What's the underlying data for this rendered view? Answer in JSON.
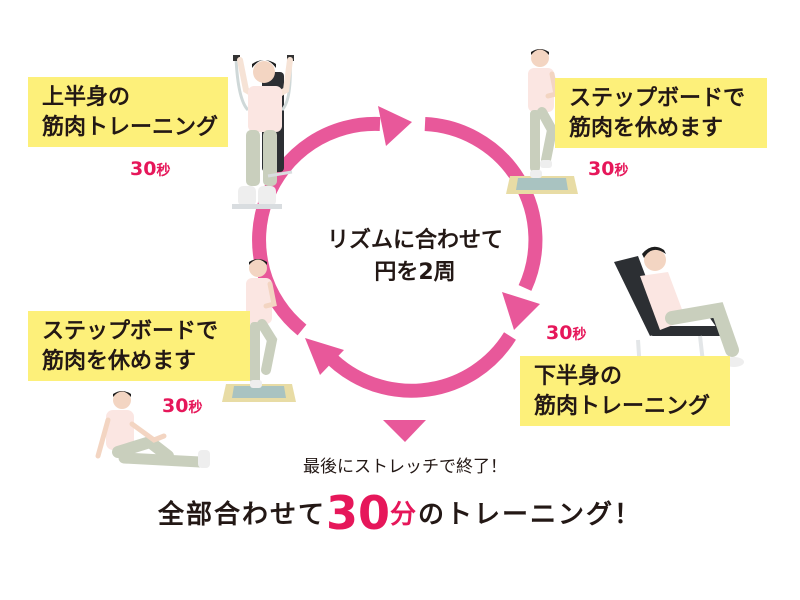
{
  "diagram": {
    "center_label": {
      "line1": "リズムに合わせて",
      "line2": "円を2周"
    },
    "steps": [
      {
        "id": "upper-body",
        "line1": "上半身の",
        "line2": "筋肉トレーニング",
        "duration_value": "30",
        "duration_unit": "秒"
      },
      {
        "id": "step-board-1",
        "line1": "ステップボードで",
        "line2": "筋肉を休めます",
        "duration_value": "30",
        "duration_unit": "秒"
      },
      {
        "id": "lower-body",
        "line1": "下半身の",
        "line2": "筋肉トレーニング",
        "duration_value": "30",
        "duration_unit": "秒"
      },
      {
        "id": "step-board-2",
        "line1": "ステップボードで",
        "line2": "筋肉を休めます",
        "duration_value": "30",
        "duration_unit": "秒"
      }
    ],
    "finale": {
      "line1": "最後にストレッチで終了！",
      "line2_prefix": "全部合わせて",
      "line2_number": "30",
      "line2_unit": "分",
      "line2_suffix": "のトレーニング！"
    },
    "icons": [
      "cycle-arrow-icon",
      "down-triangle-icon",
      "person-photo"
    ],
    "colors": {
      "arrow_pink": "#e8589a",
      "label_yellow": "#fdf07a",
      "accent_red": "#e6175a",
      "text_dark": "#231815"
    }
  }
}
